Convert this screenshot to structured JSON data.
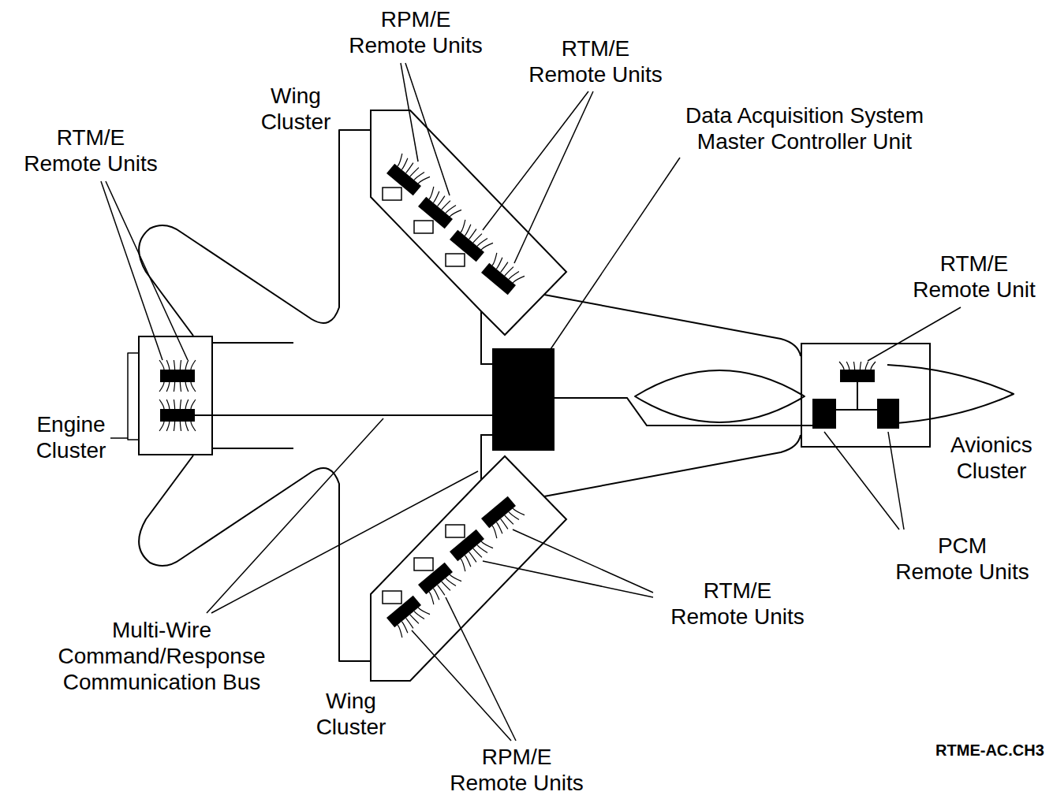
{
  "diagram": {
    "nodes": [
      {
        "text": [
          "Wing Cluster"
        ]
      },
      {
        "text": [
          "Data Acquisition System Master Controller Unit"
        ]
      },
      {
        "text": [
          "Engine Cluster"
        ]
      },
      {
        "text": [
          "Avionics Cluster"
        ]
      },
      {
        "text": [
          "Wing Cluster"
        ]
      }
    ],
    "edges": [
      {
        "from": 1,
        "to": 0,
        "arrow": "none"
      },
      {
        "from": 1,
        "to": 2,
        "arrow": "none"
      },
      {
        "from": 1,
        "to": 3,
        "arrow": "none"
      },
      {
        "from": 1,
        "to": 4,
        "arrow": "none"
      }
    ],
    "labels": [
      "RPM/E Remote Units",
      "RTM/E Remote Units",
      "RTM/E Remote Units",
      "RTM/E Remote Unit",
      "PCM Remote Units",
      "RTM/E Remote Units",
      "Multi-Wire Command/Response Communication Bus",
      "RPM/E Remote Units",
      "RTME-AC.CH3"
    ]
  }
}
